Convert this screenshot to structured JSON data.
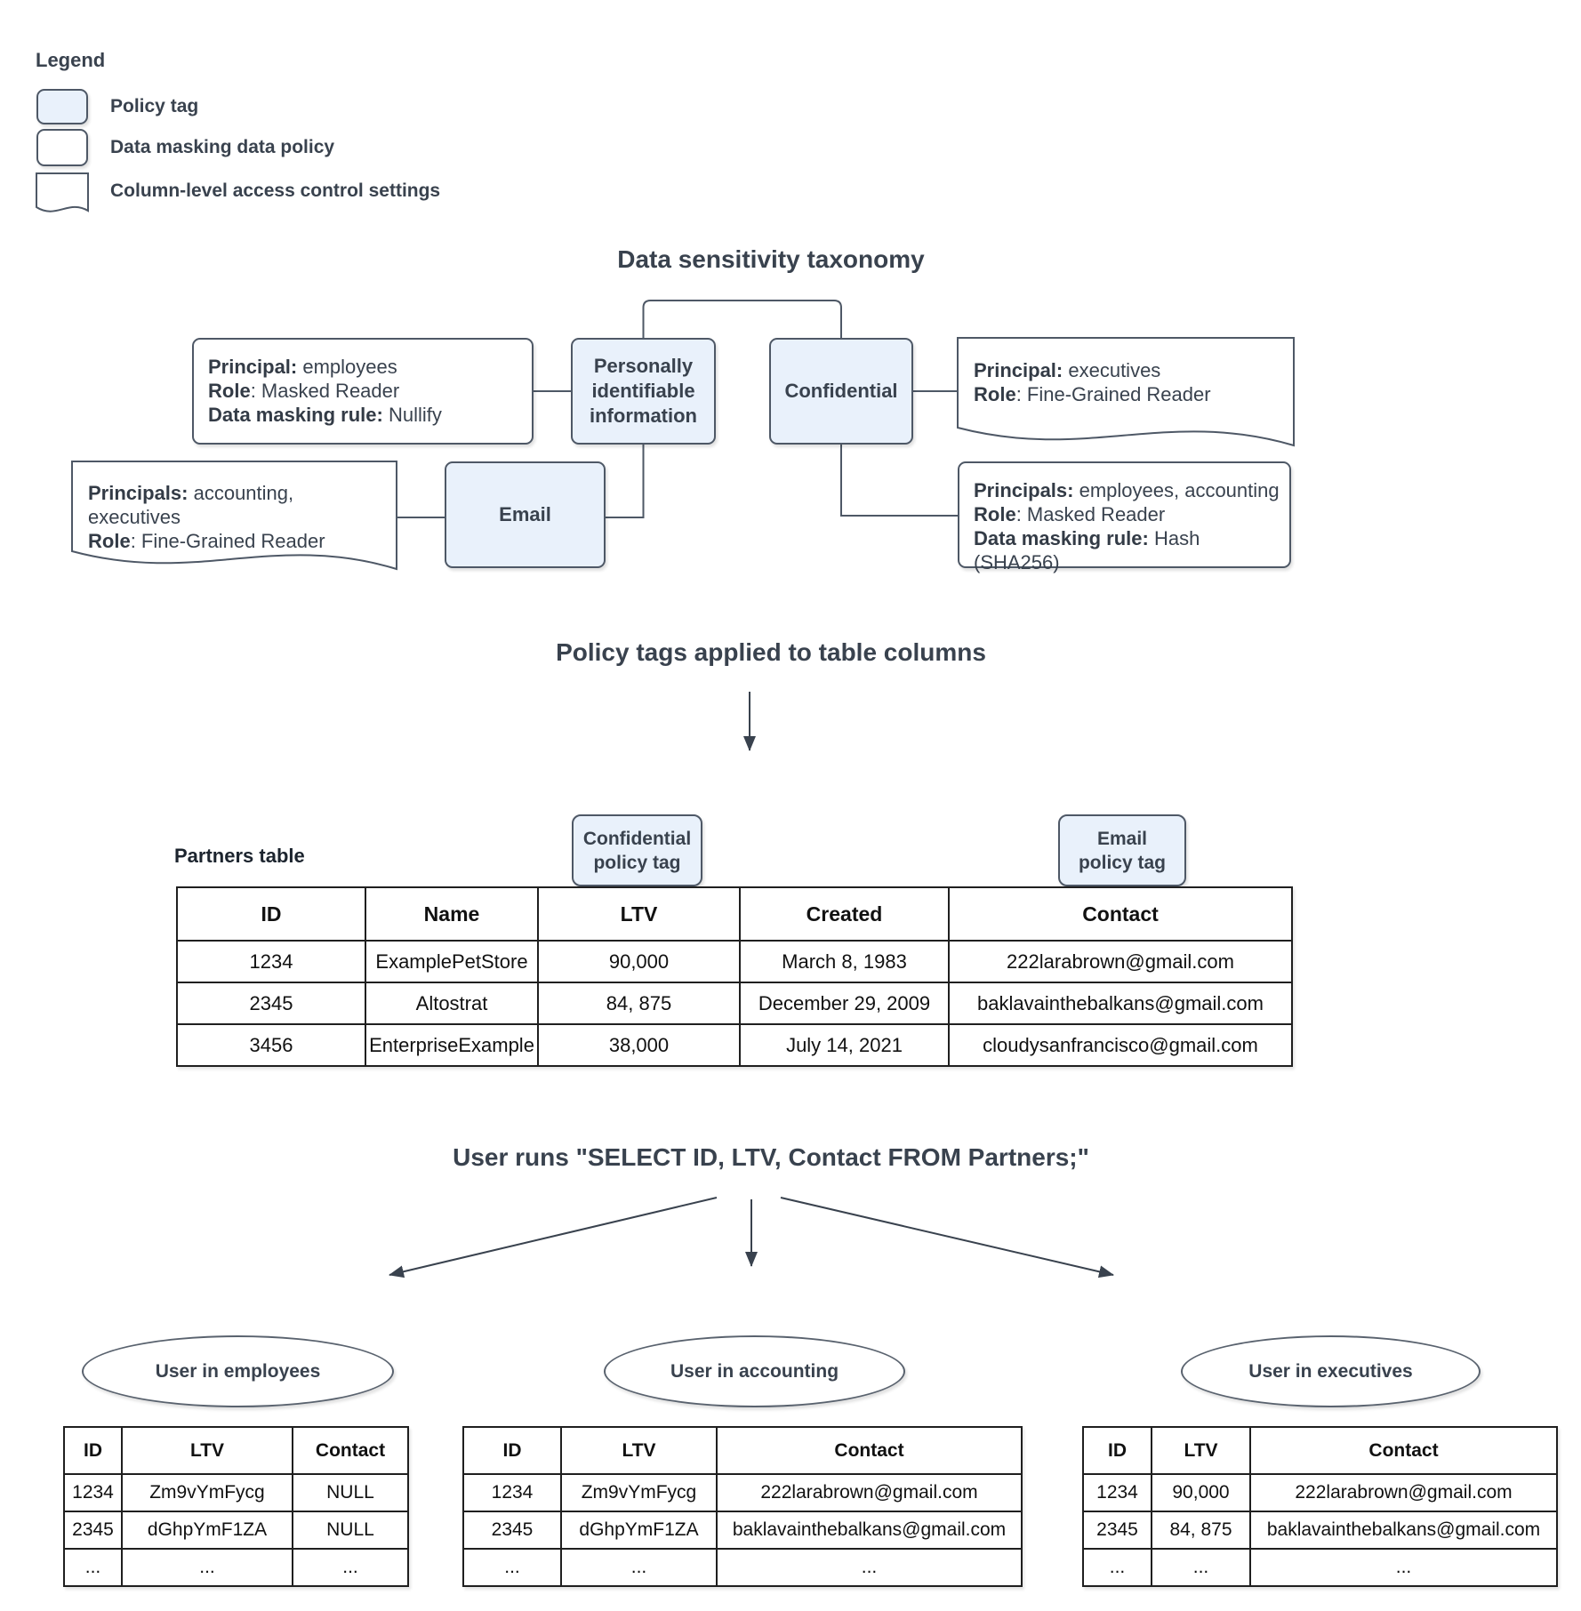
{
  "legend": {
    "title": "Legend",
    "items": [
      {
        "label": "Policy tag"
      },
      {
        "label": "Data masking data policy"
      },
      {
        "label": "Column-level access control settings"
      }
    ]
  },
  "taxonomy": {
    "title": "Data sensitivity taxonomy",
    "pii_label": "Personally identifiable information",
    "confidential_label": "Confidential",
    "email_label": "Email",
    "masked_employees": {
      "lines": [
        {
          "b": "Principal:",
          "t": " employees"
        },
        {
          "b": "Role",
          "t": ": Masked Reader"
        },
        {
          "b": "Data masking rule:",
          "t": " Nullify"
        }
      ]
    },
    "executives_access": {
      "lines": [
        {
          "b": "Principal:",
          "t": " executives"
        },
        {
          "b": "Role",
          "t": ": Fine-Grained Reader"
        }
      ]
    },
    "accounting_access": {
      "lines": [
        {
          "b": "Principals:",
          "t": " accounting, executives"
        },
        {
          "b": "Role",
          "t": ": Fine-Grained Reader"
        }
      ]
    },
    "hash_policy": {
      "lines": [
        {
          "b": "Principals:",
          "t": " employees, accounting"
        },
        {
          "b": "Role",
          "t": ": Masked Reader"
        },
        {
          "b": "Data masking rule:",
          "t": " Hash (SHA256)"
        }
      ]
    }
  },
  "applied": {
    "title": "Policy tags applied to table columns",
    "table_label": "Partners table",
    "confidential_tag": {
      "line1": "Confidential",
      "line2": "policy tag"
    },
    "email_tag": {
      "line1": "Email",
      "line2": "policy tag"
    }
  },
  "partners": {
    "headers": [
      "ID",
      "Name",
      "LTV",
      "Created",
      "Contact"
    ],
    "rows": [
      [
        "1234",
        "ExamplePetStore",
        "90,000",
        "March 8, 1983",
        "222larabrown@gmail.com"
      ],
      [
        "2345",
        "Altostrat",
        "84, 875",
        "December 29, 2009",
        "baklavainthebalkans@gmail.com"
      ],
      [
        "3456",
        "EnterpriseExample",
        "38,000",
        "July 14, 2021",
        "cloudysanfrancisco@gmail.com"
      ]
    ]
  },
  "query": {
    "title": "User runs \"SELECT ID, LTV, Contact FROM Partners;\""
  },
  "results": [
    {
      "group": "User in employees",
      "headers": [
        "ID",
        "LTV",
        "Contact"
      ],
      "rows": [
        [
          "1234",
          "Zm9vYmFycg",
          "NULL"
        ],
        [
          "2345",
          "dGhpYmF1ZA",
          "NULL"
        ],
        [
          "...",
          "...",
          "..."
        ]
      ]
    },
    {
      "group": "User in accounting",
      "headers": [
        "ID",
        "LTV",
        "Contact"
      ],
      "rows": [
        [
          "1234",
          "Zm9vYmFycg",
          "222larabrown@gmail.com"
        ],
        [
          "2345",
          "dGhpYmF1ZA",
          "baklavainthebalkans@gmail.com"
        ],
        [
          "...",
          "...",
          "..."
        ]
      ]
    },
    {
      "group": "User in executives",
      "headers": [
        "ID",
        "LTV",
        "Contact"
      ],
      "rows": [
        [
          "1234",
          "90,000",
          "222larabrown@gmail.com"
        ],
        [
          "2345",
          "84, 875",
          "baklavainthebalkans@gmail.com"
        ],
        [
          "...",
          "...",
          "..."
        ]
      ]
    }
  ],
  "colors": {
    "policy_tag_fill": "#e9f1fb",
    "node_border": "#4e5866",
    "text": "#39424e",
    "table_border": "#1f1f1f",
    "background": "#ffffff"
  }
}
